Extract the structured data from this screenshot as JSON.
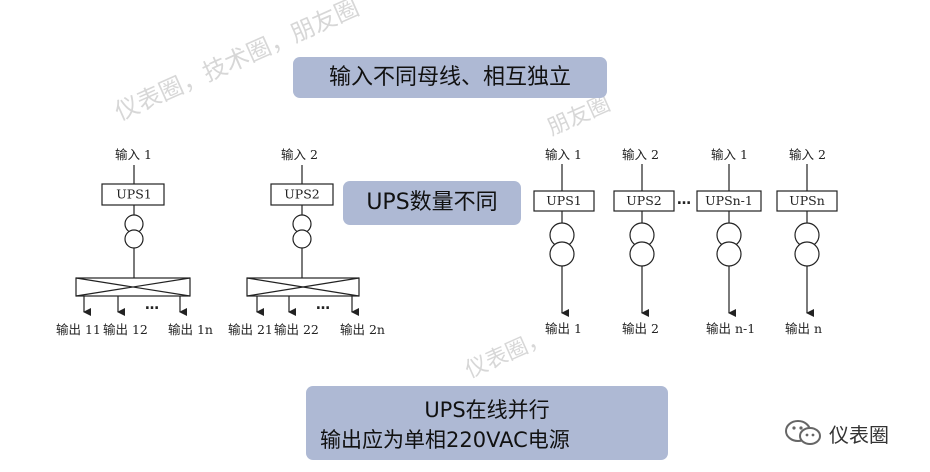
{
  "watermark": {
    "text_1": "仪表圈，技术圈，朋友圈",
    "text_2": "朋友圈",
    "text_3": "仪表圈，"
  },
  "callouts": {
    "top": "输入不同母线、相互独立",
    "middle": "UPS数量不同",
    "bottom_line1": "UPS在线并行",
    "bottom_line2": "输出应为单相220VAC电源"
  },
  "left_diagram": {
    "units": [
      {
        "input": "输入 1",
        "ups": "UPS1",
        "outputs": [
          "输出 11",
          "输出 12",
          "输出 1n"
        ],
        "ellipsis": "…"
      },
      {
        "input": "输入 2",
        "ups": "UPS2",
        "outputs": [
          "输出 21",
          "输出 22",
          "输出 2n"
        ],
        "ellipsis": "…"
      }
    ]
  },
  "right_diagram": {
    "units": [
      {
        "input": "输入 1",
        "ups": "UPS1",
        "output": "输出 1"
      },
      {
        "input": "输入 2",
        "ups": "UPS2",
        "output": "输出 2"
      },
      {
        "input": "输入 1",
        "ups": "UPSn-1",
        "output": "输出 n-1"
      },
      {
        "input": "输入 2",
        "ups": "UPSn",
        "output": "输出 n"
      }
    ],
    "ellipsis": "…"
  },
  "brand": {
    "icon": "wechat-icon",
    "name": "仪表圈"
  }
}
